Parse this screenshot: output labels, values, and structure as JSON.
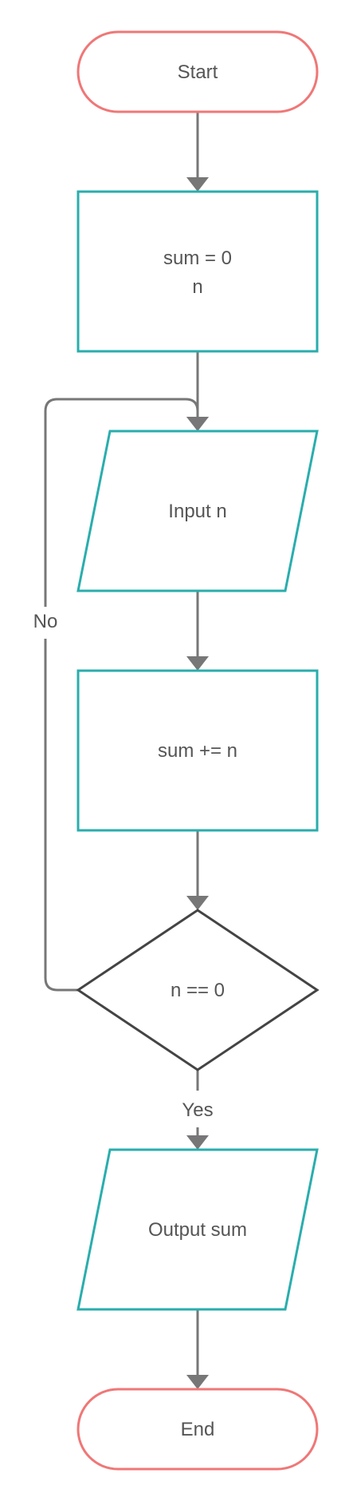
{
  "colors": {
    "terminal_stroke": "#f07777",
    "process_stroke": "#2aadad",
    "decision_stroke": "#444444",
    "edge_stroke": "#777777",
    "text": "#555555",
    "background": "#ffffff"
  },
  "nodes": {
    "start": {
      "shape": "terminal",
      "label": "Start"
    },
    "init": {
      "shape": "process",
      "lines": [
        "sum = 0",
        "n"
      ]
    },
    "input": {
      "shape": "parallelogram",
      "label": "Input n"
    },
    "add": {
      "shape": "process",
      "label": "sum += n"
    },
    "decision": {
      "shape": "diamond",
      "label": "n == 0"
    },
    "output": {
      "shape": "parallelogram",
      "label": "Output sum"
    },
    "end": {
      "shape": "terminal",
      "label": "End"
    }
  },
  "edges": {
    "start_to_init": {
      "from": "start",
      "to": "init",
      "label": ""
    },
    "init_to_input": {
      "from": "init",
      "to": "input",
      "label": ""
    },
    "input_to_add": {
      "from": "input",
      "to": "add",
      "label": ""
    },
    "add_to_decision": {
      "from": "add",
      "to": "decision",
      "label": ""
    },
    "decision_no": {
      "from": "decision",
      "to": "input",
      "label": "No"
    },
    "decision_yes": {
      "from": "decision",
      "to": "output",
      "label": "Yes"
    },
    "output_to_end": {
      "from": "output",
      "to": "end",
      "label": ""
    }
  }
}
